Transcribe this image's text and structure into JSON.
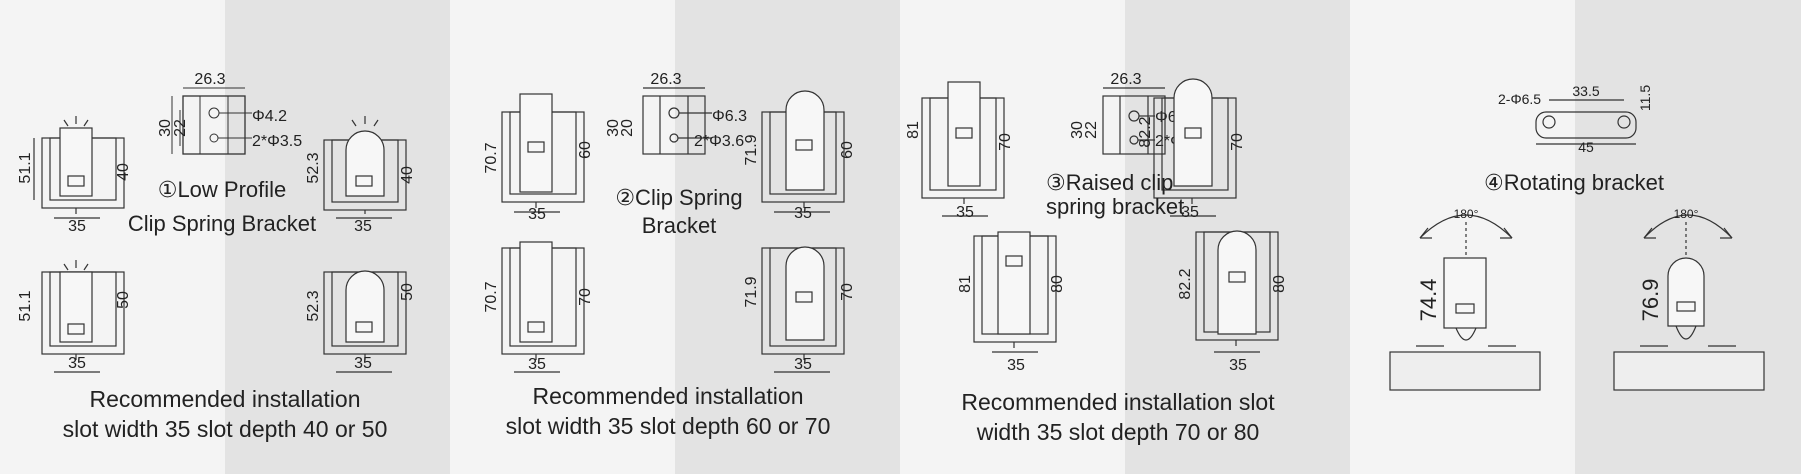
{
  "panels": [
    {
      "title_line1": "①Low Profile",
      "title_line2": "Clip Spring Bracket",
      "rec_line1": "Recommended installation",
      "rec_line2": "slot width 35 slot depth 40 or 50",
      "bracket": {
        "w": "26.3",
        "h1": "30",
        "h2": "22",
        "hole1": "Φ4.2",
        "hole2": "2*Φ3.5"
      },
      "tl": {
        "left": "51.1",
        "right": "40",
        "bottom": "35"
      },
      "tr": {
        "left": "52.3",
        "right": "40",
        "bottom": "35"
      },
      "bl": {
        "left": "51.1",
        "right": "50",
        "bottom": "35"
      },
      "br": {
        "left": "52.3",
        "right": "50",
        "bottom": "35"
      }
    },
    {
      "title_line1": "②Clip Spring",
      "title_line2": "Bracket",
      "rec_line1": "Recommended installation",
      "rec_line2": "slot width 35 slot depth 60 or 70",
      "bracket": {
        "w": "26.3",
        "h1": "30",
        "h2": "20",
        "hole1": "Φ6.3",
        "hole2": "2*Φ3.6"
      },
      "tl": {
        "left": "70.7",
        "right": "60",
        "bottom": "35"
      },
      "tr": {
        "left": "71.9",
        "right": "60",
        "bottom": "35"
      },
      "bl": {
        "left": "70.7",
        "right": "70",
        "bottom": "35"
      },
      "br": {
        "left": "71.9",
        "right": "70",
        "bottom": "35"
      }
    },
    {
      "title_line1": "③Raised clip",
      "title_line2": "spring bracket",
      "rec_line1": "Recommended installation slot",
      "rec_line2": "width 35 slot depth 70 or 80",
      "bracket": {
        "w": "26.3",
        "h1": "30",
        "h2": "22",
        "hole1": "Φ6.3",
        "hole2": "2*Φ3.5"
      },
      "tl": {
        "left": "81",
        "right": "70",
        "bottom": "35"
      },
      "tr": {
        "left": "82.2",
        "right": "70",
        "bottom": "35"
      },
      "bl": {
        "left": "81",
        "right": "80",
        "bottom": "35"
      },
      "br": {
        "left": "82.2",
        "right": "80",
        "bottom": "35"
      }
    },
    {
      "title": "④Rotating bracket",
      "bracket": {
        "holes": "2-Φ6.5",
        "spacing": "33.5",
        "h": "11.5",
        "w": "45"
      },
      "left": {
        "angle": "180°",
        "height": "74.4"
      },
      "right": {
        "angle": "180°",
        "height": "76.9"
      }
    }
  ]
}
